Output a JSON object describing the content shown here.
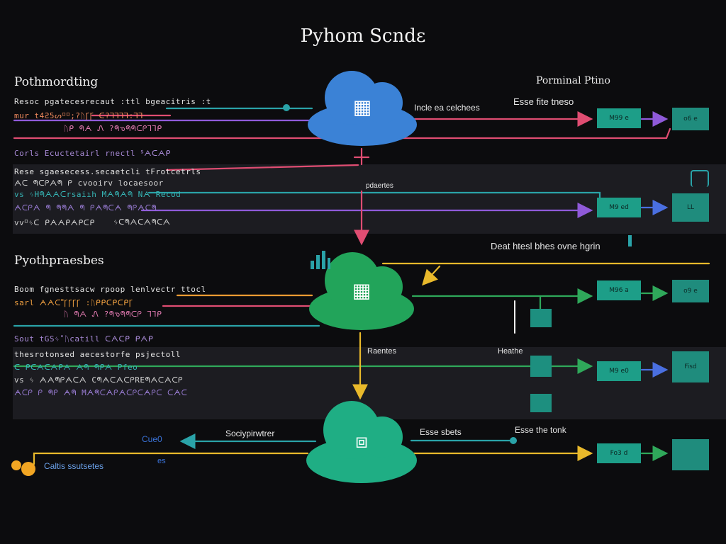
{
  "title": "Pyhom Scndɛ",
  "top_right_title": "Porminal Ptino",
  "sections": {
    "s1": "Pothmordting",
    "s2": "Pyothpraesbes"
  },
  "left_text": {
    "s1_rows": [
      "Resoc pgatecesrecaut :ttl bgeacitris :t",
      "mur t4Ƨ5ᔕ⸋⸋;?ᚢꞄꞄ ᑕ?ꞀꞀꞀꞀ:ꞀꞀ",
      "ᚢᑭ ᖗᗅ Ꮑ ?ᖗᓀᖗᖗᑕᑭꞀꞀᑭ",
      "Corls Ecuctetairl rnectl ᔆᗅᑕᗅᑭ",
      "Rese sgaesecess.secaetcli tFrotcetrls",
      "ᗅᑕ ᖗᑕᑭᗅᖗ ᑭ cvooirv locaesoor",
      "vs ᛃHᖗᗅᗅᑕrsaiıh Mᗅᖗᗅᖗ Nᗅ Recod",
      "ᗅᑕᑭᗅ ᖗ ᖗᖗᗅ ᖗ ᑭᗅᖗᑕᗅ ᖗᑭᗅᑕᖗ",
      "vv⸋ᛃᑕ ᑭᗅᗅᑭᗅᑭᑕᑭ",
      "ᛃᑕᖗᗅᑕᗅᖗᑕᗅ"
    ],
    "s2_rows": [
      "Boom fgnesttsacw rpoop lenlvectr ttocl",
      "sarl ᗅᗅᑕ⸋ꞄꞄꞄꞄ :ᚢᑭᑭᑕᑭᑕᑭꞄ",
      "ᚢ ᖗᗅ Ꮑ ?ᖗᓀᖗᖗᑕᑭ ꞀꞀᑭ",
      "Sout tGSᛃ⸋ᚢcatill ᑕᗅᑕᑭ ᑭᗅᑭ",
      "thesrotonsed aecestorfe psjectoll",
      "ᑕ ᑭᑕᗅᑕᗅᑭᗅ ᗅᖗ ᖗᑭᗅ Pfeo",
      "vs ᛃ ᗅᗅᖗᑭᗅᑕᗅ CᖗᗅᑕᗅᑕᑭREᖗᗅᑕᗅᑕᑭ",
      "ᗅᑕᑭ ᑭ ᖗᑭ ᗅᖗ Mᗅᖗᑕᗅᑭᗅᑕᑭᑕᗅᑭᑕ ᑕᗅᑕ"
    ]
  },
  "annotations": {
    "cloud1_right": "Incle ea celchees",
    "right_top": "Esse fite tneso",
    "mid_1": "pdaertes",
    "right_mid": "Deat htesl bhes ovne hgrin",
    "mid_2": "Raentes",
    "mid_3": "Heathe",
    "bottom_left_1": "Cue0",
    "bottom_left_2": "Caltis ssutsetes",
    "bottom_left_3": "es",
    "bottom_mid": "Sociypirwtrer",
    "bottom_right_1": "Esse sbets",
    "bottom_right_2": "Esse the tonk"
  },
  "boxes": {
    "r1_box": "M99 e",
    "r1_out": "o6 e",
    "r2_box": "M9 ed",
    "r2_out": "ᒪᒪ",
    "r3_box": "M96 a",
    "r3_out": "o9 e",
    "r4_box": "M9 e0",
    "r4_out": "Fisd",
    "r5_box": "Fo3 d",
    "r5_out": ""
  },
  "colors": {
    "background": "#0c0c0e",
    "band": "#1c1c21",
    "cloud_blue": "#3b82d6",
    "cloud_green": "#22a45a",
    "cloud_teal": "#1fae84",
    "box_teal": "#1d9e88",
    "line_teal": "#2aa3a8",
    "line_purple": "#8f5ad9",
    "line_pink": "#e04d72",
    "line_yellow": "#e9b92b",
    "line_green": "#2fa85a",
    "line_orange": "#f19b32"
  },
  "icons": {
    "cloud1": "grid-server-icon",
    "cloud2": "grid-server-icon",
    "cloud3": "package-icon"
  }
}
